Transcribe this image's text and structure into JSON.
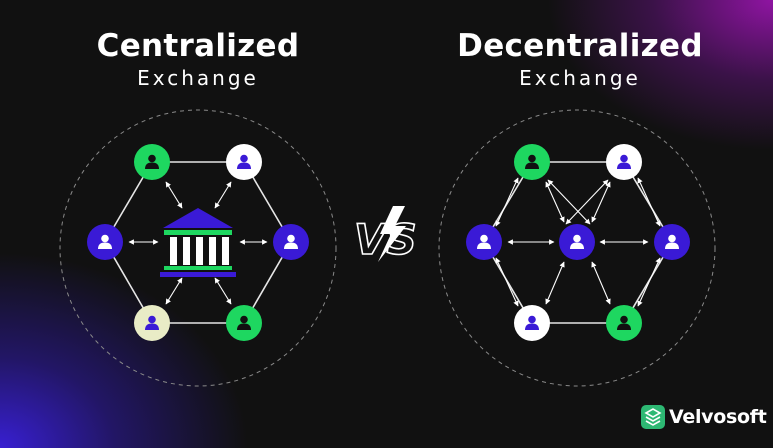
{
  "left": {
    "title": "Centralized",
    "subtitle": "Exchange"
  },
  "right": {
    "title": "Decentralized",
    "subtitle": "Exchange"
  },
  "vs_label": "VS",
  "brand": {
    "name": "Velvosoft"
  },
  "colors": {
    "green": "#1ed760",
    "blue": "#3a1ad6",
    "white_node": "#ffffff",
    "cream_node": "#e9ecc6",
    "icon_green_bg": "#111111",
    "brand_green": "#2db873"
  },
  "icons": {
    "node": "user-icon",
    "center": "bank-icon",
    "brand": "velvosoft-logo-icon"
  }
}
